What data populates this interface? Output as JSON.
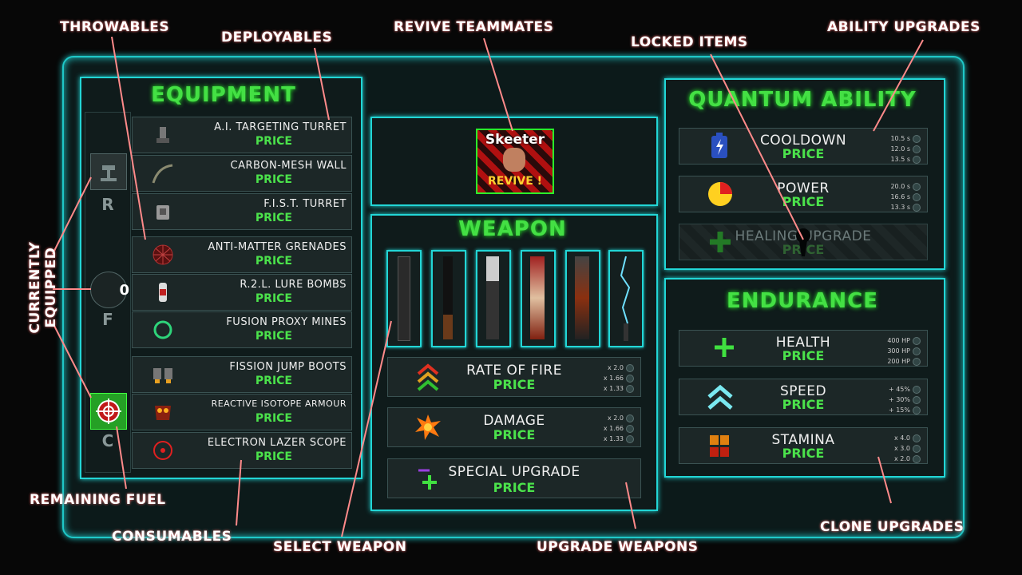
{
  "equipment": {
    "title": "EQUIPMENT",
    "items": [
      {
        "name": "A.I. TARGETING TURRET",
        "price": "PRICE",
        "icon": "turret-icon"
      },
      {
        "name": "CARBON-MESH WALL",
        "price": "PRICE",
        "icon": "wall-icon"
      },
      {
        "name": "F.I.S.T. TURRET",
        "price": "PRICE",
        "icon": "fist-turret-icon"
      },
      {
        "name": "ANTI-MATTER GRENADES",
        "price": "PRICE",
        "icon": "grenade-icon"
      },
      {
        "name": "R.2.L. LURE BOMBS",
        "price": "PRICE",
        "icon": "lure-bomb-icon"
      },
      {
        "name": "FUSION PROXY MINES",
        "price": "PRICE",
        "icon": "proxy-mine-icon"
      },
      {
        "name": "FISSION JUMP BOOTS",
        "price": "PRICE",
        "icon": "jump-boots-icon"
      },
      {
        "name": "REACTIVE ISOTOPE ARMOUR",
        "price": "PRICE",
        "icon": "armour-icon"
      },
      {
        "name": "ELECTRON LAZER SCOPE",
        "price": "PRICE",
        "icon": "scope-icon"
      }
    ],
    "slots": {
      "r_key": "R",
      "f_key": "F",
      "c_key": "C",
      "fuel_count": "0"
    }
  },
  "revive": {
    "name": "Skeeter",
    "label": "REVIVE !"
  },
  "weapon": {
    "title": "WEAPON",
    "upgrades": [
      {
        "name": "RATE OF FIRE",
        "price": "PRICE",
        "tiers": [
          "x 2.0",
          "x 1.66",
          "x 1.33"
        ]
      },
      {
        "name": "DAMAGE",
        "price": "PRICE",
        "tiers": [
          "x 2.0",
          "x 1.66",
          "x 1.33"
        ]
      },
      {
        "name": "SPECIAL UPGRADE",
        "price": "PRICE"
      }
    ]
  },
  "quantum": {
    "title": "QUANTUM ABILITY",
    "items": [
      {
        "name": "COOLDOWN",
        "price": "PRICE",
        "tiers": [
          "10.5 s",
          "12.0 s",
          "13.5 s"
        ]
      },
      {
        "name": "POWER",
        "price": "PRICE",
        "tiers": [
          "20.0 s",
          "16.6 s",
          "13.3 s"
        ]
      },
      {
        "name": "HEALING UPGRADE",
        "price": "PRICE"
      }
    ]
  },
  "endurance": {
    "title": "ENDURANCE",
    "items": [
      {
        "name": "HEALTH",
        "price": "PRICE",
        "tiers": [
          "400 HP",
          "300 HP",
          "200 HP"
        ]
      },
      {
        "name": "SPEED",
        "price": "PRICE",
        "tiers": [
          "+ 45%",
          "+ 30%",
          "+ 15%"
        ]
      },
      {
        "name": "STAMINA",
        "price": "PRICE",
        "tiers": [
          "x 4.0",
          "x 3.0",
          "x 2.0"
        ]
      }
    ]
  },
  "annotations": {
    "throwables": "THROWABLES",
    "deployables": "DEPLOYABLES",
    "revive_teammates": "REVIVE TEAMMATES",
    "locked_items": "LOCKED ITEMS",
    "ability_upgrades": "ABILITY UPGRADES",
    "currently_equipped": "CURRENTLY EQUIPPED",
    "remaining_fuel": "REMAINING FUEL",
    "consumables": "CONSUMABLES",
    "select_weapon": "SELECT WEAPON",
    "upgrade_weapons": "UPGRADE WEAPONS",
    "clone_upgrades": "CLONE UPGRADES"
  },
  "colors": {
    "accent": "#22d6d6",
    "text_green": "#44e044",
    "annotation_line": "#ff8080"
  }
}
